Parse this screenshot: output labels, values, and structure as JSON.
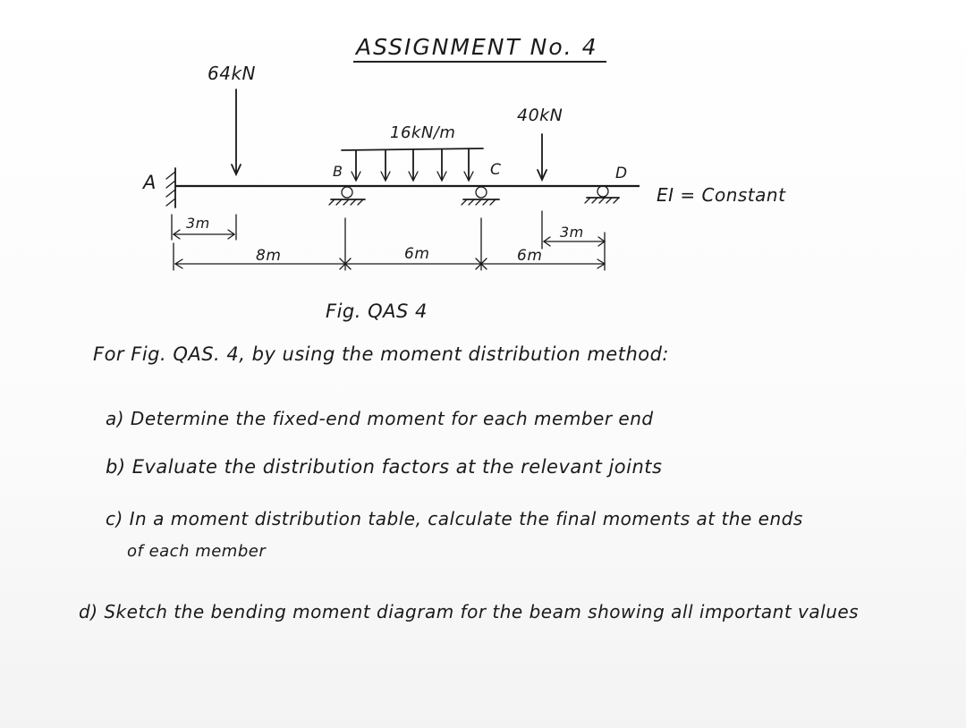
{
  "title": "ASSIGNMENT No. 4",
  "figure": {
    "loads": {
      "point_left": "64kN",
      "distributed": "16kN/m",
      "point_right": "40kN"
    },
    "nodes": {
      "a": "A",
      "b": "B",
      "c": "C",
      "d": "D"
    },
    "dimensions": {
      "a_to_load": "3m",
      "a_to_b": "8m",
      "b_to_c": "6m",
      "c_to_d": "6m",
      "load_to_d": "3m"
    },
    "stiffness": "EI = Constant",
    "caption": "Fig. QAS 4"
  },
  "question": {
    "intro": "For Fig. QAS. 4, by using the moment distribution method:",
    "parts": [
      "a) Determine the fixed-end moment for each member end",
      "b) Evaluate the distribution factors at the relevant joints",
      "c) In a moment distribution table, calculate the final moments at the ends",
      "of each member",
      "d) Sketch the bending moment diagram for the beam showing all important values"
    ]
  }
}
